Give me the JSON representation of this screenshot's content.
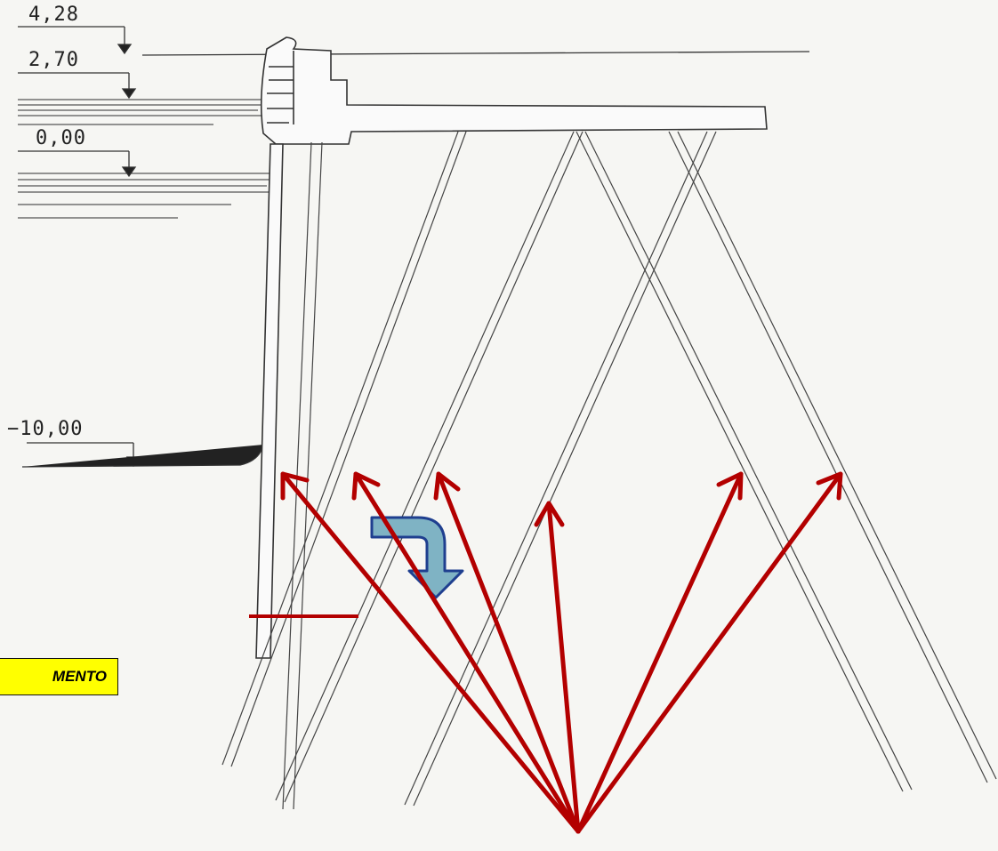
{
  "levels": [
    {
      "label": "4,28",
      "value": 4.28
    },
    {
      "label": "2,70",
      "value": 2.7
    },
    {
      "label": "0,00",
      "value": 0.0
    },
    {
      "label": "−10,00",
      "value": -10.0
    }
  ],
  "callout": {
    "text": "MENTO"
  },
  "colors": {
    "arrow": "#b30000",
    "bend_arrow_fill": "#7fb3c4",
    "bend_arrow_stroke": "#1f3f8f",
    "callout_bg": "#ffff00",
    "ink": "#333333"
  },
  "icons": [
    "bend-down-arrow-icon",
    "pointer-arrow-icon",
    "level-marker-icon"
  ]
}
